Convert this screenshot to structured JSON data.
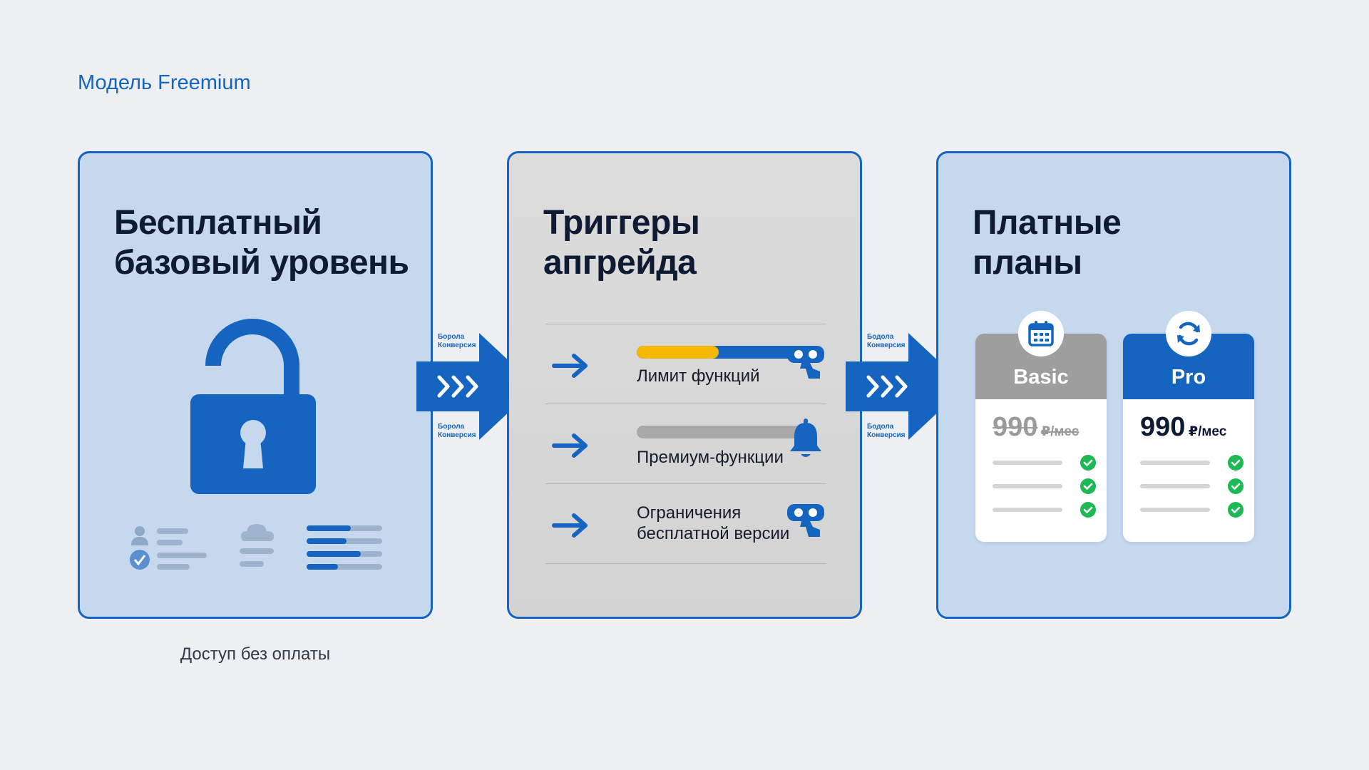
{
  "title": "Модель Freemium",
  "panels": {
    "free": {
      "heading": "Бесплатный\nбазовый уровень",
      "caption": "Доступ без оплаты"
    },
    "triggers": {
      "heading": "Триггеры\nапгрейда",
      "items": [
        {
          "label": "Лимит функций",
          "icon": "robot-icon"
        },
        {
          "label": "Премиум-функции",
          "icon": "bell-icon"
        },
        {
          "label": "Ограничения\nбесплатной версии",
          "icon": "robot-icon"
        }
      ]
    },
    "paid": {
      "heading": "Платные\nпланы",
      "plans": [
        {
          "name": "Basic",
          "price": "990",
          "unit": "₽/мес",
          "icon": "calendar-icon"
        },
        {
          "name": "Pro",
          "price": "990",
          "unit": "₽/мес",
          "icon": "refresh-icon"
        }
      ]
    }
  },
  "connectors": [
    {
      "top_label": "Борола\nКонверсия",
      "bottom_label": "Борола\nКонверсия"
    },
    {
      "top_label": "Бодола\nКонверсия",
      "bottom_label": "Бодола\nКонверсия"
    }
  ],
  "colors": {
    "accent": "#1565c0",
    "panel_blue": "#c5d8ee",
    "panel_gray": "#d8d8d8",
    "yellow": "#f5b800",
    "check_green": "#1db954",
    "basic_header": "#9e9e9e"
  }
}
